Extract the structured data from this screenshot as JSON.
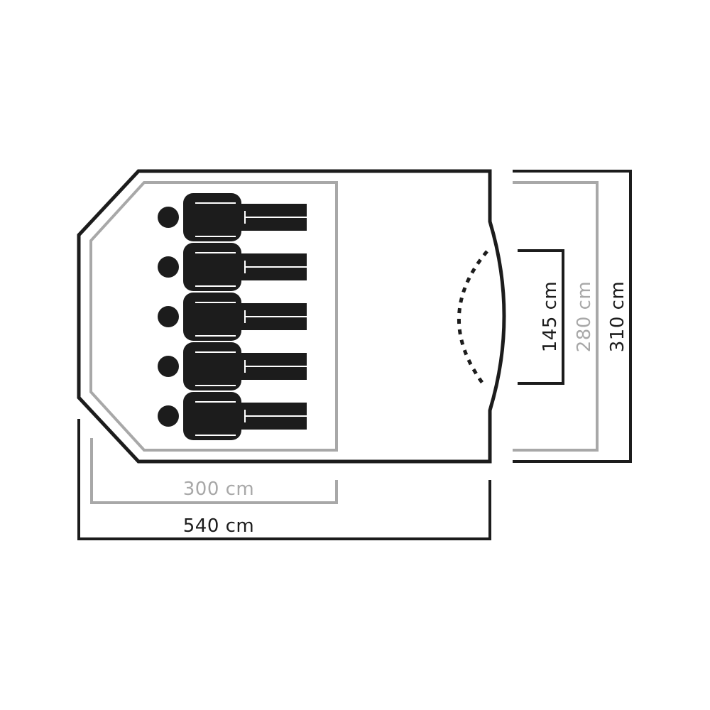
{
  "dimensions": {
    "total_length": "540 cm",
    "inner_length": "300 cm",
    "total_width": "310 cm",
    "inner_width": "280 cm",
    "door_width": "145 cm"
  },
  "sleeping_places": 5,
  "colors": {
    "outline": "#1c1c1c",
    "inner_outline": "#a8a8a8",
    "figure": "#1c1c1c",
    "background": "#ffffff"
  }
}
